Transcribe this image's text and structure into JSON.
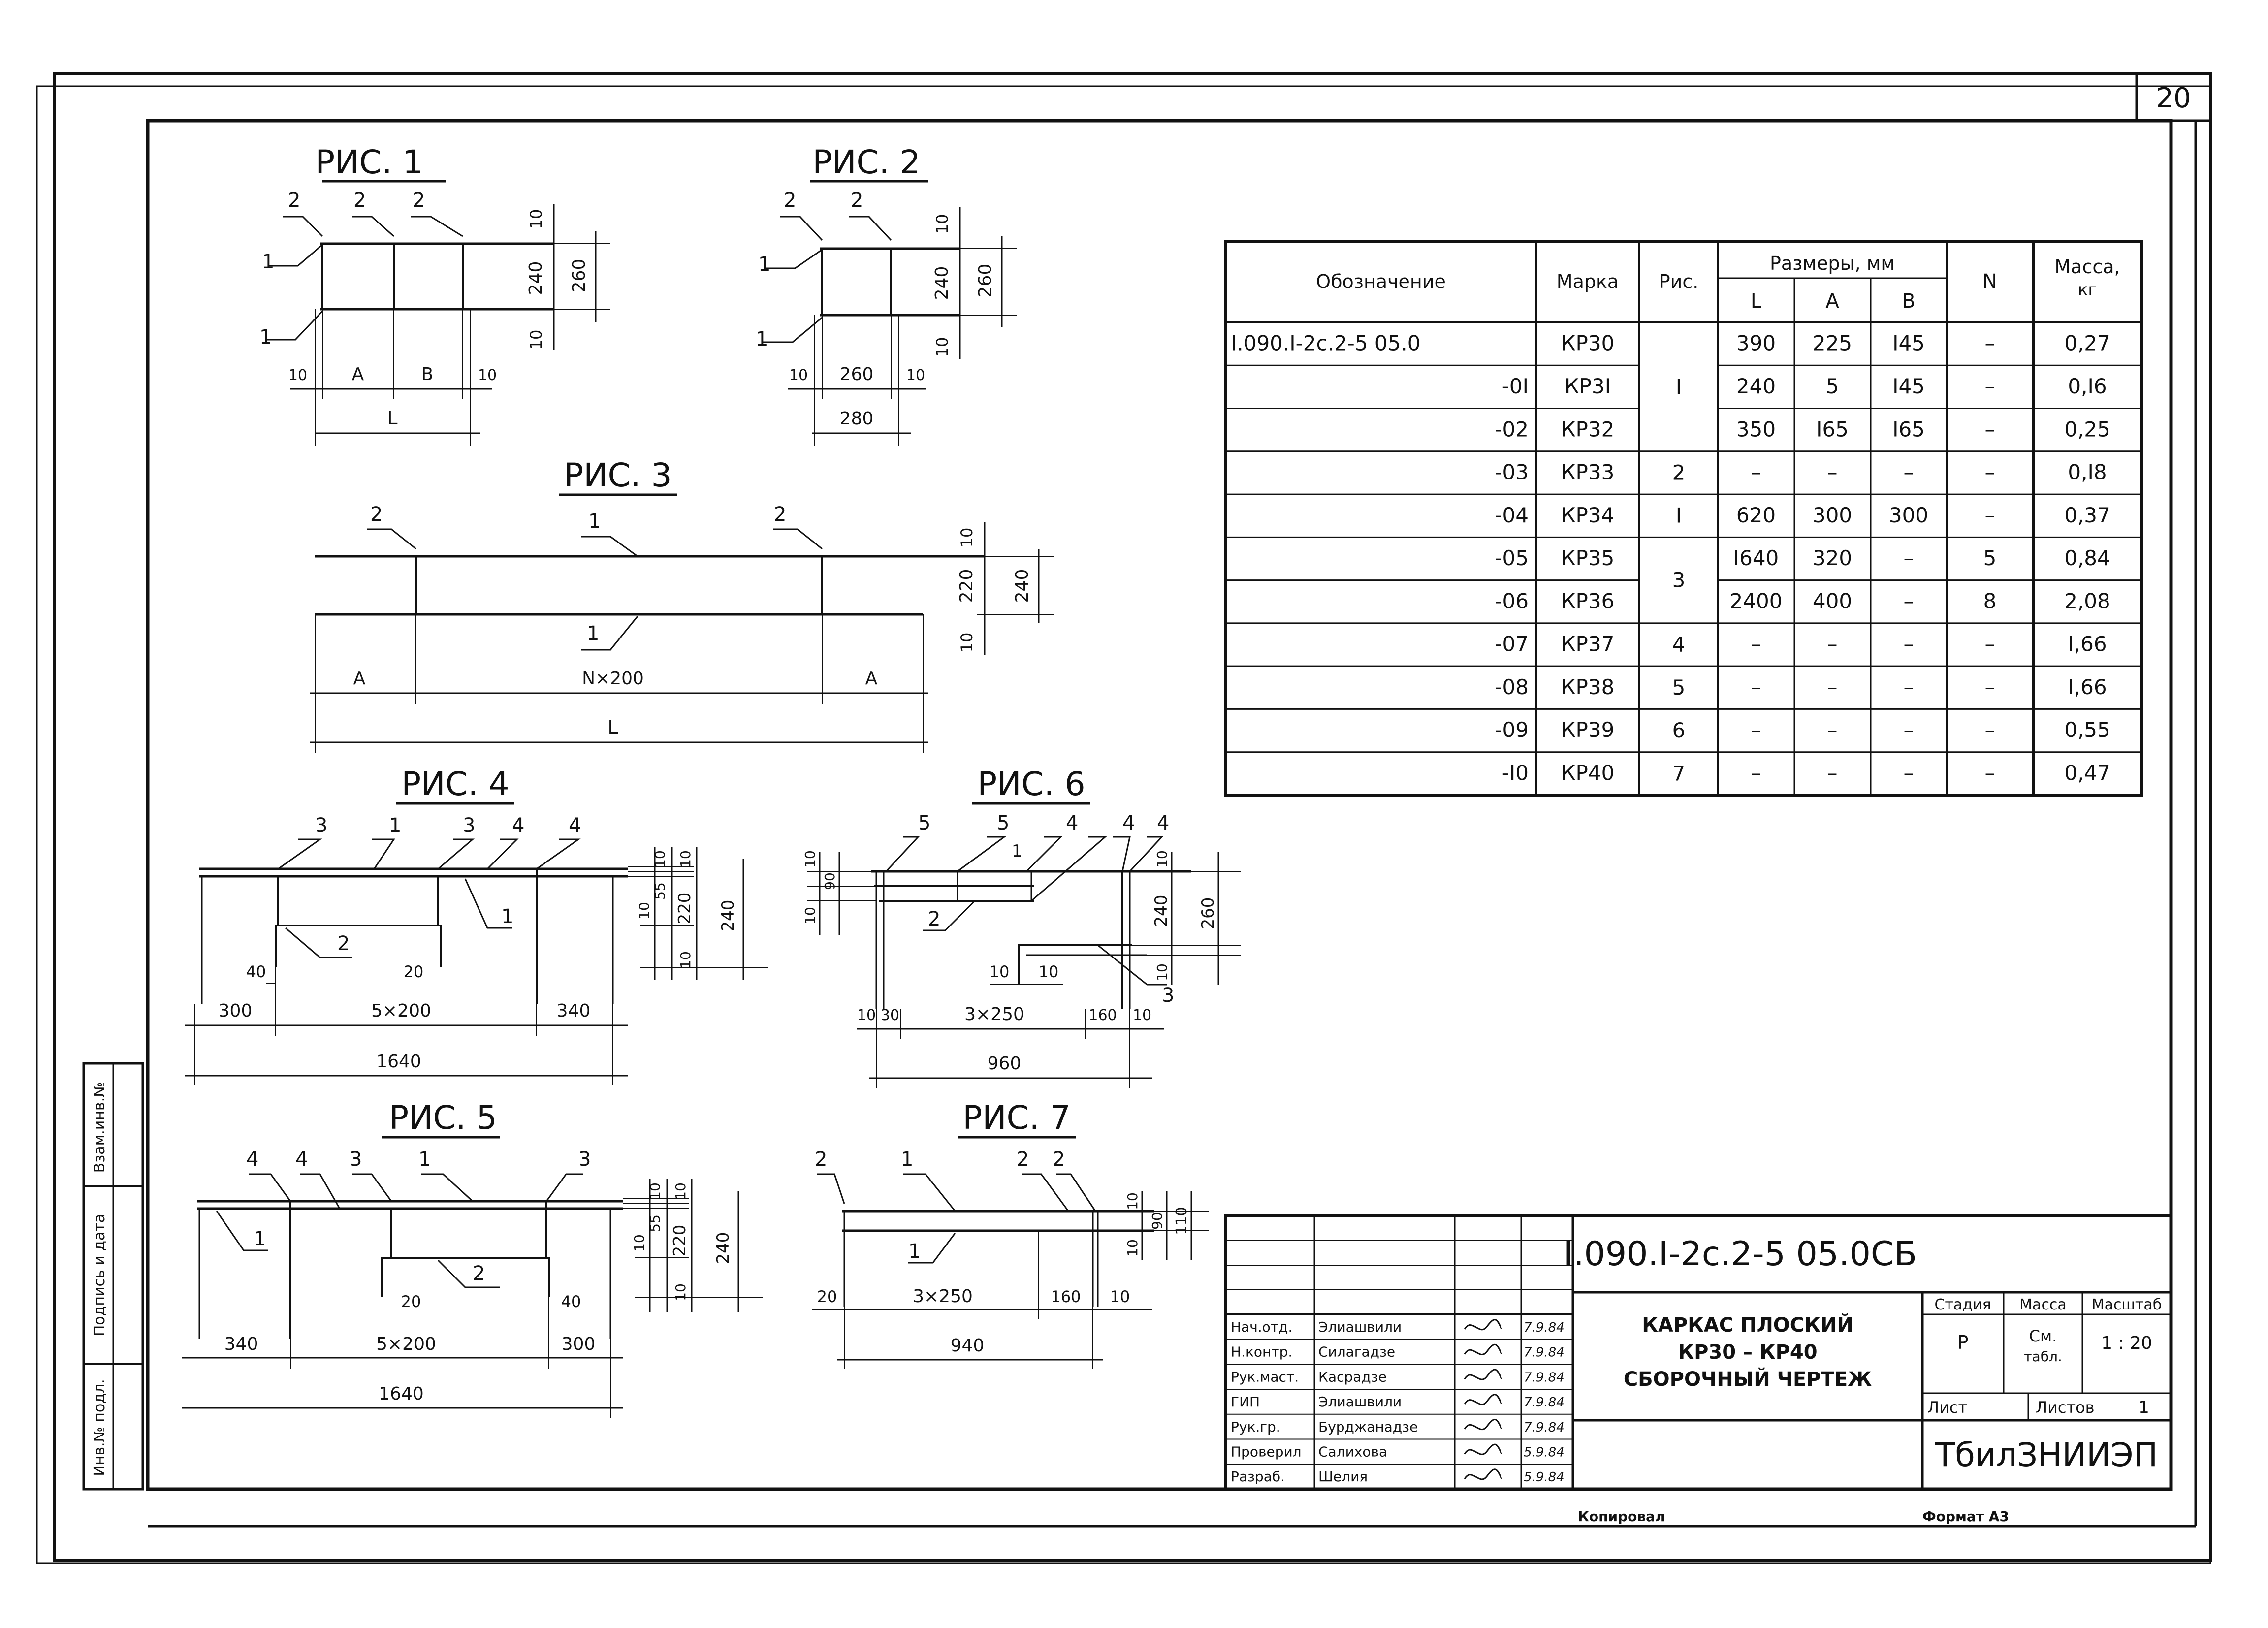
{
  "sheet": {
    "page_number": "20",
    "copied_label": "Копировал",
    "format_label": "Формат А3"
  },
  "side_stamp": {
    "cells": [
      "Взам.инв.№",
      "Подпись и дата",
      "Инв.№ подл."
    ]
  },
  "figures": {
    "fig1": {
      "title": "РИС. 1",
      "labels": {
        "p2a": "2",
        "p2b": "2",
        "p2c": "2",
        "p1a": "1",
        "p1b": "1"
      },
      "dims": {
        "t1": "10",
        "h": "240",
        "t2": "10",
        "total_h": "260",
        "left": "10",
        "a": "A",
        "b": "B",
        "right": "10",
        "l": "L"
      }
    },
    "fig2": {
      "title": "РИС. 2",
      "labels": {
        "p2a": "2",
        "p2b": "2",
        "p1a": "1",
        "p1b": "1"
      },
      "dims": {
        "t1": "10",
        "h": "240",
        "t2": "10",
        "total_h": "260",
        "left": "10",
        "mid": "260",
        "right": "10",
        "total_w": "280"
      }
    },
    "fig3": {
      "title": "РИС. 3",
      "labels": {
        "p2a": "2",
        "p1a": "1",
        "p2b": "2",
        "p1b": "1"
      },
      "dims": {
        "t1": "10",
        "h": "220",
        "t2": "10",
        "total_h": "240",
        "a1": "A",
        "n": "N×200",
        "a2": "A",
        "l": "L"
      }
    },
    "fig4": {
      "title": "РИС. 4",
      "labels": {
        "p3a": "3",
        "p1a": "1",
        "p3b": "3",
        "p4a": "4",
        "p4b": "4",
        "p1b": "1",
        "p2": "2"
      },
      "dims": {
        "d10a": "10",
        "d55": "55",
        "d10b": "10",
        "h220": "220",
        "d10c": "10",
        "d10d": "10",
        "total_h": "240",
        "d40": "40",
        "d20": "20",
        "left": "300",
        "mid": "5×200",
        "right": "340",
        "total": "1640"
      }
    },
    "fig5": {
      "title": "РИС. 5",
      "labels": {
        "p4a": "4",
        "p4b": "4",
        "p3a": "3",
        "p1a": "1",
        "p3b": "3",
        "p1b": "1",
        "p2": "2"
      },
      "dims": {
        "d10a": "10",
        "d55": "55",
        "d10b": "10",
        "h220": "220",
        "d10c": "10",
        "d10d": "10",
        "total_h": "240",
        "d20": "20",
        "d40": "40",
        "left": "340",
        "mid": "5×200",
        "right": "300",
        "total": "1640"
      }
    },
    "fig6": {
      "title": "РИС. 6",
      "labels": {
        "p5a": "5",
        "p5b": "5",
        "p1": "1",
        "p4a": "4",
        "p4b": "4",
        "p4c": "4",
        "p2": "2",
        "p3": "3"
      },
      "dims": {
        "d10a": "10",
        "d90": "90",
        "d10b": "10",
        "d10c": "10",
        "h240": "240",
        "d10d": "10",
        "total_h": "260",
        "d10e": "10",
        "d10f": "10",
        "left10": "10",
        "d30": "30",
        "mid": "3×250",
        "d160": "160",
        "right10": "10",
        "total": "960"
      }
    },
    "fig7": {
      "title": "РИС. 7",
      "labels": {
        "p2a": "2",
        "p1a": "1",
        "p2b": "2",
        "p2c": "2",
        "p1b": "1"
      },
      "dims": {
        "d10a": "10",
        "d90": "90",
        "d10b": "10",
        "total_h": "110",
        "left": "20",
        "mid": "3×250",
        "d160": "160",
        "right": "10",
        "total": "940"
      }
    }
  },
  "spec_table": {
    "headers": {
      "designation": "Обозначение",
      "mark": "Марка",
      "fig": "Рис.",
      "sizes": "Размеры, мм",
      "l": "L",
      "a": "A",
      "b": "B",
      "n": "N",
      "mass_line1": "Масса,",
      "mass_line2": "кг"
    },
    "rows": [
      {
        "designation": "I.090.I-2c.2-5 05.0",
        "mark": "КР30",
        "l": "390",
        "a": "225",
        "b": "I45",
        "n": "–",
        "mass": "0,27"
      },
      {
        "designation": "-0I",
        "mark": "КР3I",
        "l": "240",
        "a": "5",
        "b": "I45",
        "n": "–",
        "mass": "0,I6"
      },
      {
        "designation": "-02",
        "mark": "КР32",
        "l": "350",
        "a": "I65",
        "b": "I65",
        "n": "–",
        "mass": "0,25"
      },
      {
        "designation": "-03",
        "mark": "КР33",
        "l": "–",
        "a": "–",
        "b": "–",
        "n": "–",
        "mass": "0,I8"
      },
      {
        "designation": "-04",
        "mark": "КР34",
        "l": "620",
        "a": "300",
        "b": "300",
        "n": "–",
        "mass": "0,37"
      },
      {
        "designation": "-05",
        "mark": "КР35",
        "l": "I640",
        "a": "320",
        "b": "–",
        "n": "5",
        "mass": "0,84"
      },
      {
        "designation": "-06",
        "mark": "КР36",
        "l": "2400",
        "a": "400",
        "b": "–",
        "n": "8",
        "mass": "2,08"
      },
      {
        "designation": "-07",
        "mark": "КР37",
        "l": "–",
        "a": "–",
        "b": "–",
        "n": "–",
        "mass": "I,66"
      },
      {
        "designation": "-08",
        "mark": "КР38",
        "l": "–",
        "a": "–",
        "b": "–",
        "n": "–",
        "mass": "I,66"
      },
      {
        "designation": "-09",
        "mark": "КР39",
        "l": "–",
        "a": "–",
        "b": "–",
        "n": "–",
        "mass": "0,55"
      },
      {
        "designation": "-I0",
        "mark": "КР40",
        "l": "–",
        "a": "–",
        "b": "–",
        "n": "–",
        "mass": "0,47"
      }
    ],
    "fig_groups": [
      {
        "label": "I",
        "rows": [
          0,
          2
        ]
      },
      {
        "label": "2",
        "rows": [
          3,
          3
        ]
      },
      {
        "label": "I",
        "rows": [
          4,
          4
        ]
      },
      {
        "label": "3",
        "rows": [
          5,
          6
        ]
      },
      {
        "label": "4",
        "rows": [
          7,
          7
        ]
      },
      {
        "label": "5",
        "rows": [
          8,
          8
        ]
      },
      {
        "label": "6",
        "rows": [
          9,
          9
        ]
      },
      {
        "label": "7",
        "rows": [
          10,
          10
        ]
      }
    ]
  },
  "title_block": {
    "code": "I.090.I-2c.2-5   05.0СБ",
    "name_line1": "КАРКАС ПЛОСКИЙ",
    "name_line2": "КР30 – КР40",
    "name_line3": "СБОРОЧНЫЙ ЧЕРТЕЖ",
    "stage_label": "Стадия",
    "mass_label": "Масса",
    "scale_label": "Масштаб",
    "stage_value": "Р",
    "mass_value_line1": "См.",
    "mass_value_line2": "табл.",
    "scale_value": "1 : 20",
    "sheet_label": "Лист",
    "sheets_label": "Листов",
    "sheets_value": "1",
    "organization": "ТбилЗНИИЭП",
    "signatures": [
      {
        "role": "Нач.отд.",
        "name": "Элиашвили",
        "date": "7.9.84"
      },
      {
        "role": "Н.контр.",
        "name": "Силагадзе",
        "date": "7.9.84"
      },
      {
        "role": "Рук.маст.",
        "name": "Касрадзе",
        "date": "7.9.84"
      },
      {
        "role": "ГИП",
        "name": "Элиашвили",
        "date": "7.9.84"
      },
      {
        "role": "Рук.гр.",
        "name": "Бурджанадзе",
        "date": "7.9.84"
      },
      {
        "role": "Проверил",
        "name": "Салихова",
        "date": "5.9.84"
      },
      {
        "role": "Разраб.",
        "name": "Шелия",
        "date": "5.9.84"
      }
    ]
  }
}
